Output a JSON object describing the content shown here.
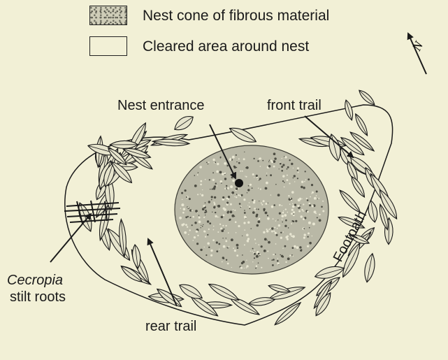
{
  "legend": {
    "items": [
      {
        "pattern": "fibrous",
        "label": "Nest cone of fibrous material"
      },
      {
        "pattern": "cleared",
        "label": "Cleared area around nest"
      }
    ]
  },
  "north_label": "N",
  "labels": {
    "nest_entrance": "Nest entrance",
    "front_trail": "front trail",
    "footpath": "Footpath",
    "cecropia_species": "Cecropia",
    "cecropia_rest": "stilt roots",
    "rear_trail": "rear trail"
  },
  "colors": {
    "background": "#f2f0d6",
    "ink": "#1a1a1a",
    "leaf_fill": "#e6e4cc",
    "nest_fill": "#b9b8a6"
  }
}
